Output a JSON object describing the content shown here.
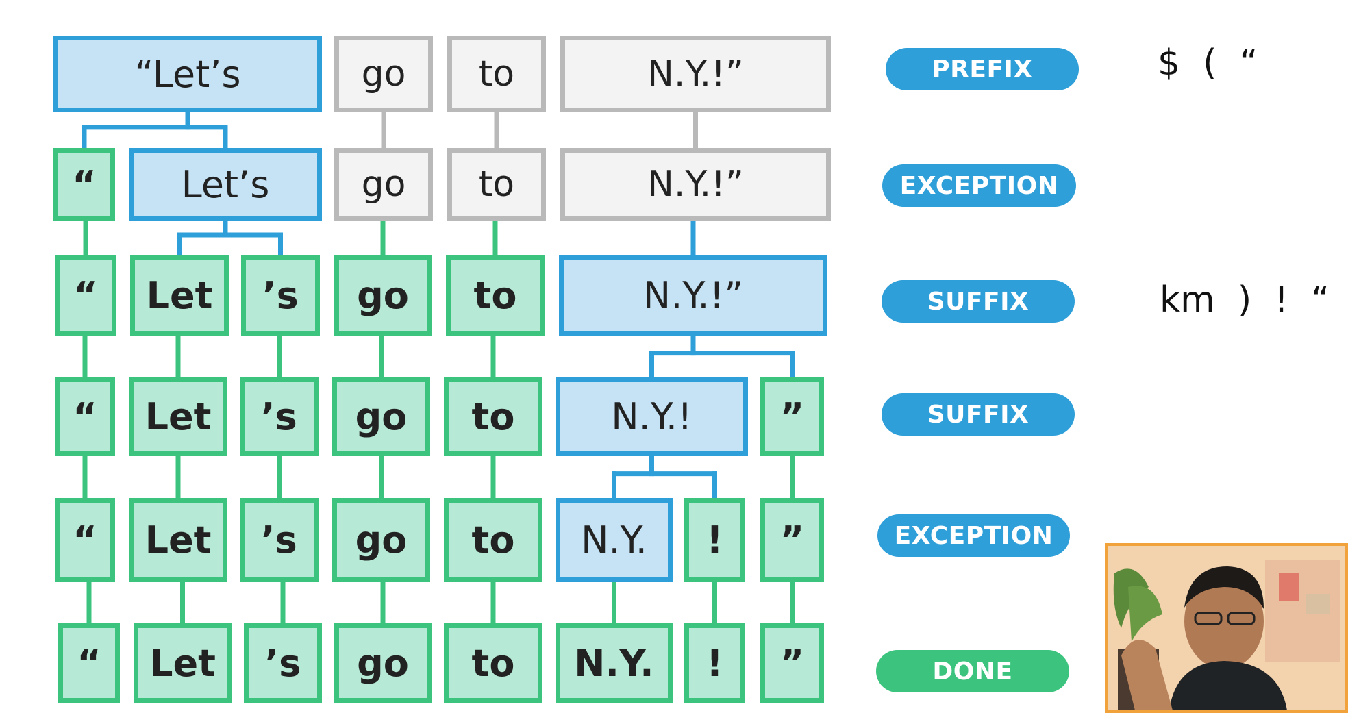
{
  "colors": {
    "blue_fill": "#c5e3f5",
    "blue_border": "#2e9fd8",
    "gray_fill": "#f3f3f3",
    "gray_border": "#b9b9b9",
    "green_fill": "#b7ead6",
    "green_border": "#3cc47f",
    "pill_blue": "#2e9fd8",
    "pill_green": "#3cc47f",
    "webcam_border": "#f2a23a"
  },
  "rows": [
    {
      "tokens": [
        {
          "text": "“Let’s",
          "state": "blue"
        },
        {
          "text": "go",
          "state": "gray"
        },
        {
          "text": "to",
          "state": "gray"
        },
        {
          "text": "N.Y.!”",
          "state": "gray"
        }
      ]
    },
    {
      "tokens": [
        {
          "text": "“",
          "state": "green"
        },
        {
          "text": "Let’s",
          "state": "blue"
        },
        {
          "text": "go",
          "state": "gray"
        },
        {
          "text": "to",
          "state": "gray"
        },
        {
          "text": "N.Y.!”",
          "state": "gray"
        }
      ]
    },
    {
      "tokens": [
        {
          "text": "“",
          "state": "green"
        },
        {
          "text": "Let",
          "state": "green"
        },
        {
          "text": "’s",
          "state": "green"
        },
        {
          "text": "go",
          "state": "green"
        },
        {
          "text": "to",
          "state": "green"
        },
        {
          "text": "N.Y.!”",
          "state": "blue"
        }
      ]
    },
    {
      "tokens": [
        {
          "text": "“",
          "state": "green"
        },
        {
          "text": "Let",
          "state": "green"
        },
        {
          "text": "’s",
          "state": "green"
        },
        {
          "text": "go",
          "state": "green"
        },
        {
          "text": "to",
          "state": "green"
        },
        {
          "text": "N.Y.!",
          "state": "blue"
        },
        {
          "text": "”",
          "state": "green"
        }
      ]
    },
    {
      "tokens": [
        {
          "text": "“",
          "state": "green"
        },
        {
          "text": "Let",
          "state": "green"
        },
        {
          "text": "’s",
          "state": "green"
        },
        {
          "text": "go",
          "state": "green"
        },
        {
          "text": "to",
          "state": "green"
        },
        {
          "text": "N.Y.",
          "state": "blue"
        },
        {
          "text": "!",
          "state": "green"
        },
        {
          "text": "”",
          "state": "green"
        }
      ]
    },
    {
      "tokens": [
        {
          "text": "“",
          "state": "green"
        },
        {
          "text": "Let",
          "state": "green"
        },
        {
          "text": "’s",
          "state": "green"
        },
        {
          "text": "go",
          "state": "green"
        },
        {
          "text": "to",
          "state": "green"
        },
        {
          "text": "N.Y.",
          "state": "green"
        },
        {
          "text": "!",
          "state": "green"
        },
        {
          "text": "”",
          "state": "green"
        }
      ]
    }
  ],
  "steps": [
    {
      "label": "PREFIX",
      "color": "blue"
    },
    {
      "label": "EXCEPTION",
      "color": "blue"
    },
    {
      "label": "SUFFIX",
      "color": "blue"
    },
    {
      "label": "SUFFIX",
      "color": "blue"
    },
    {
      "label": "EXCEPTION",
      "color": "blue"
    },
    {
      "label": "DONE",
      "color": "green"
    }
  ],
  "prefix_symbols": "$  (  “",
  "suffix_symbols": "km  )  !  “",
  "webcam": {
    "icon": "presenter-video-icon"
  },
  "cursor": {
    "icon": "mouse-pointer-icon"
  }
}
